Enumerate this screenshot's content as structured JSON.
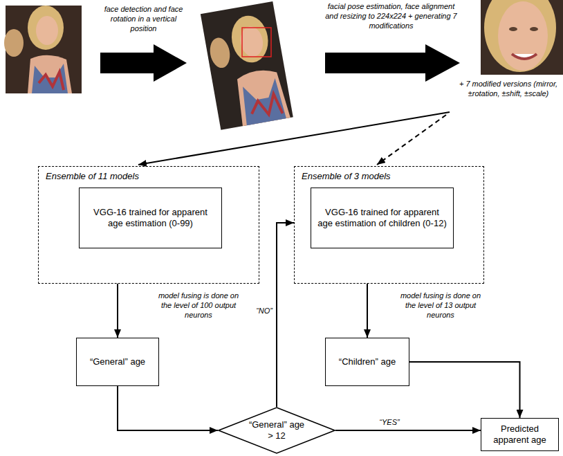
{
  "diagram": {
    "nodes": [
      {
        "text": [
          "Ensemble of 11 models"
        ]
      },
      {
        "text": [
          "VGG-16 trained for apparent age estimation (0-99)"
        ],
        "in": 0
      },
      {
        "text": [
          "Ensemble of 3 models"
        ]
      },
      {
        "text": [
          "VGG-16 trained for apparent age estimation of children (0-12)"
        ],
        "in": 2
      },
      {
        "text": [
          "“General” age"
        ]
      },
      {
        "text": [
          "“Children” age"
        ]
      },
      {
        "text": [
          "“General” age > 12"
        ]
      },
      {
        "text": [
          "Predicted apparent age"
        ]
      }
    ],
    "edges": [
      {
        "from": 0,
        "to": 4,
        "arrow": "to",
        "label": "model fusing is done on the level of 100 output neurons"
      },
      {
        "from": 2,
        "to": 5,
        "arrow": "to",
        "label": "model fusing is done on the level of 13 output neurons"
      },
      {
        "from": 4,
        "to": 6,
        "arrow": "to"
      },
      {
        "from": 6,
        "to": 2,
        "arrow": "to",
        "label": "“NO”"
      },
      {
        "from": 6,
        "to": 7,
        "arrow": "to",
        "label": "“YES”"
      },
      {
        "from": 5,
        "to": 7,
        "arrow": "to"
      }
    ],
    "labels": [
      "face detection and face rotation in a vertical position",
      "facial pose estimation, face alignment and resizing to 224x224 + generating 7 modifications",
      "+ 7 modified versions (mirror, ±rotation, ±shift, ±scale)"
    ]
  }
}
